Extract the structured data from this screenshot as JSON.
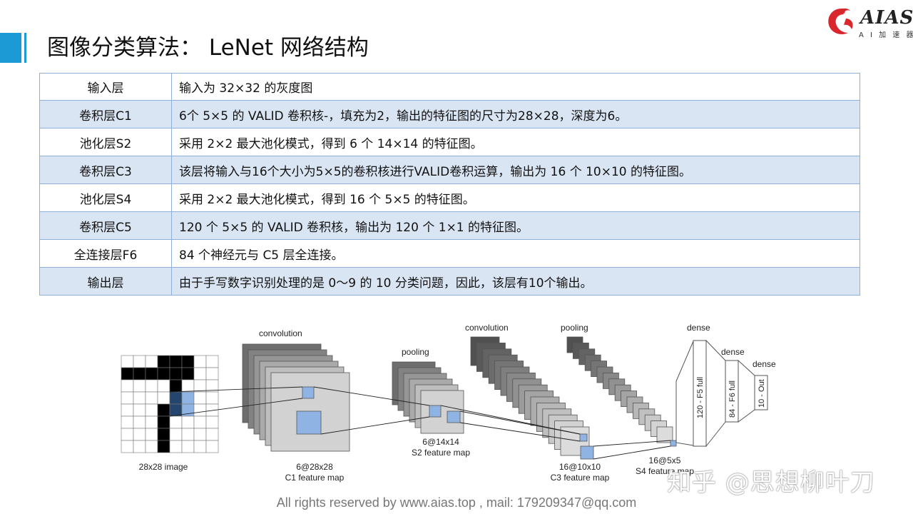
{
  "title": "图像分类算法： LeNet 网络结构",
  "logo": {
    "text": "AIAS",
    "subtitle": "A I 加 速 器",
    "accent": "#d8262c"
  },
  "table": {
    "rows": [
      {
        "layer": "输入层",
        "desc": "输入为 32×32 的灰度图"
      },
      {
        "layer": "卷积层C1",
        "desc": "6个 5×5 的 VALID 卷积核-，填充为2，输出的特征图的尺寸为28×28，深度为6。"
      },
      {
        "layer": "池化层S2",
        "desc": "采用 2×2 最大池化模式，得到 6 个 14×14 的特征图。"
      },
      {
        "layer": "卷积层C3",
        "desc": "该层将输入与16个大小为5×5的卷积核进行VALID卷积运算，输出为 16 个 10×10 的特征图。"
      },
      {
        "layer": "池化层S4",
        "desc": "采用 2×2 最大池化模式，得到 16 个 5×5 的特征图。"
      },
      {
        "layer": "卷积层C5",
        "desc": "120 个 5×5 的 VALID 卷积核，输出为 120 个 1×1 的特征图。"
      },
      {
        "layer": "全连接层F6",
        "desc": "84 个神经元与 C5 层全连接。"
      },
      {
        "layer": "输出层",
        "desc": "由于手写数字识别处理的是 0～9 的 10 分类问题，因此，该层有10个输出。"
      }
    ]
  },
  "diagram": {
    "input_label": "28x28 image",
    "ops": {
      "conv1": "convolution",
      "pool1": "pooling",
      "conv2": "convolution",
      "pool2": "pooling",
      "dense1": "dense",
      "dense2": "dense",
      "dense3": "dense"
    },
    "c1": {
      "size": "6@28x28",
      "name": "C1 feature map"
    },
    "s2": {
      "size": "6@14x14",
      "name": "S2 feature map"
    },
    "c3": {
      "size": "16@10x10",
      "name": "C3 feature map"
    },
    "s4": {
      "size": "16@5x5",
      "name": "S4 feature map"
    },
    "fc": {
      "f5": "120 - F5 full",
      "f6": "84 - F6 full",
      "out": "10 - Out"
    },
    "highlight_color": "#8fb3e3"
  },
  "watermark": "知乎 @思想柳叶刀",
  "footer": "All rights reserved by www.aias.top , mail: 179209347@qq.com"
}
